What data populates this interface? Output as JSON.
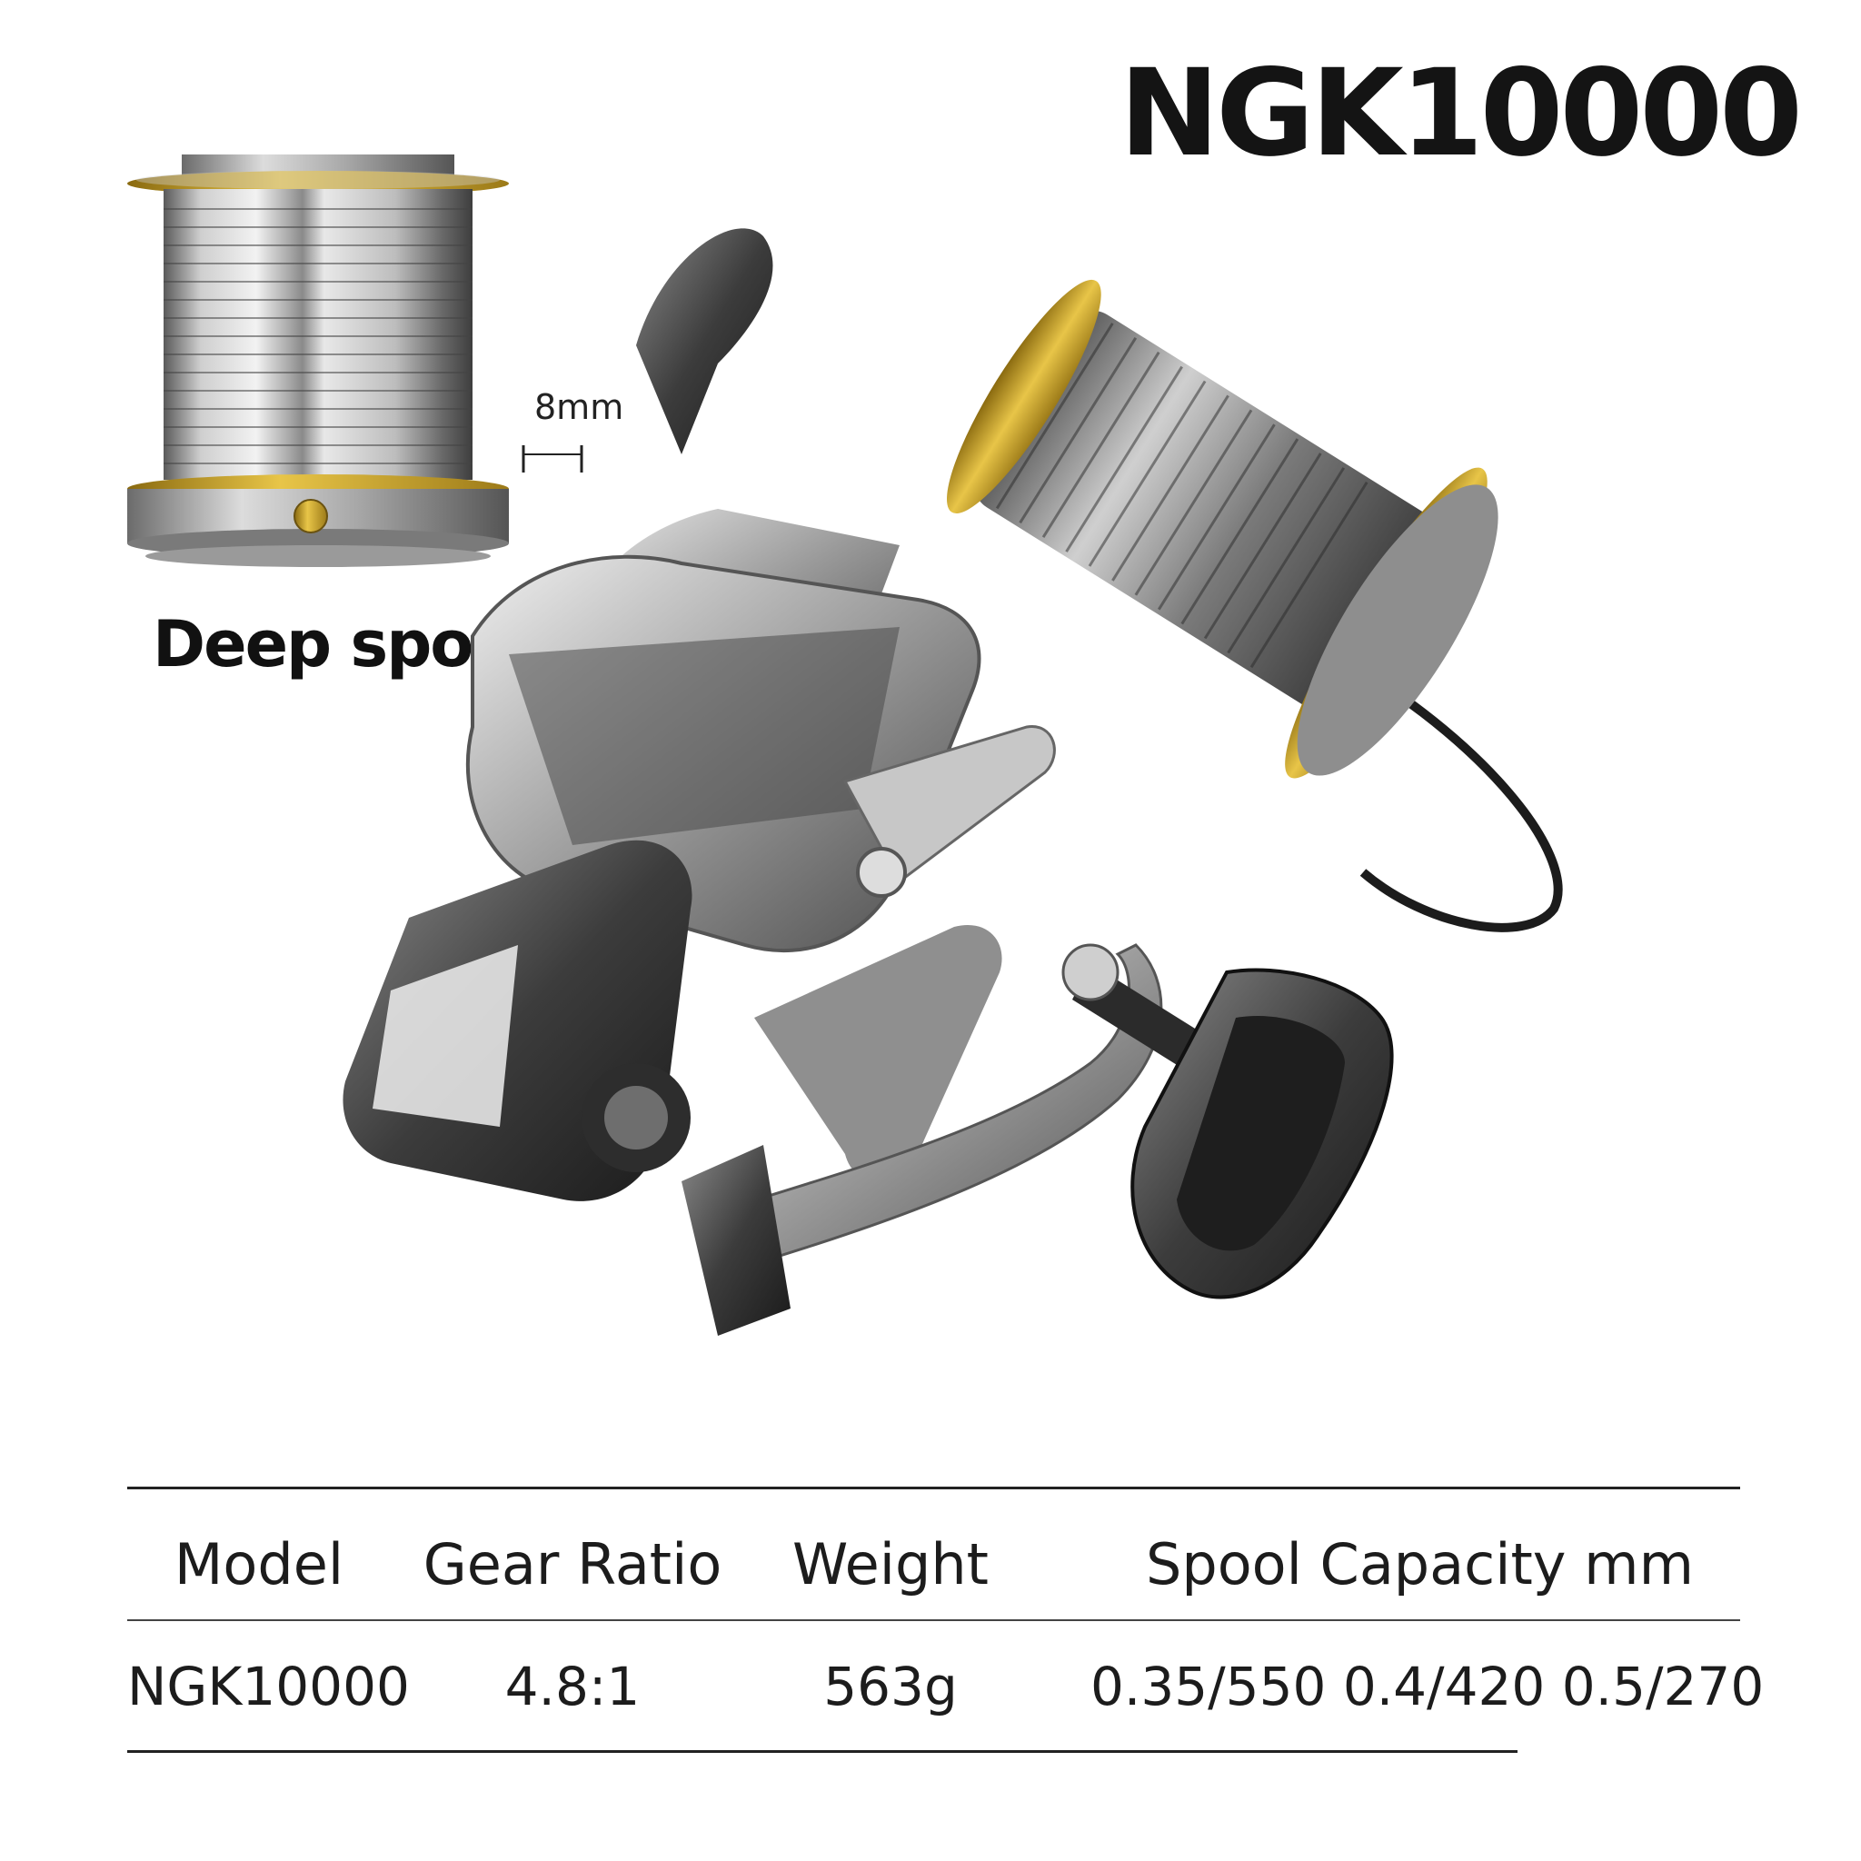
{
  "title": "NGK10000",
  "spool": {
    "caption": "Deep spool",
    "dimension_label": "8mm"
  },
  "spec_table": {
    "headers": [
      "Model",
      "Gear Ratio",
      "Weight",
      "Spool Capacity mm"
    ],
    "row": [
      "NGK10000",
      "4.8:1",
      "563g",
      "0.35/550 0.4/420 0.5/270"
    ]
  },
  "colors": {
    "gold_accent": "#c9a227",
    "metal_silver": "#b8b8b8",
    "dark_metal": "#3a3a3a",
    "knob_black": "#1e1e1e"
  }
}
